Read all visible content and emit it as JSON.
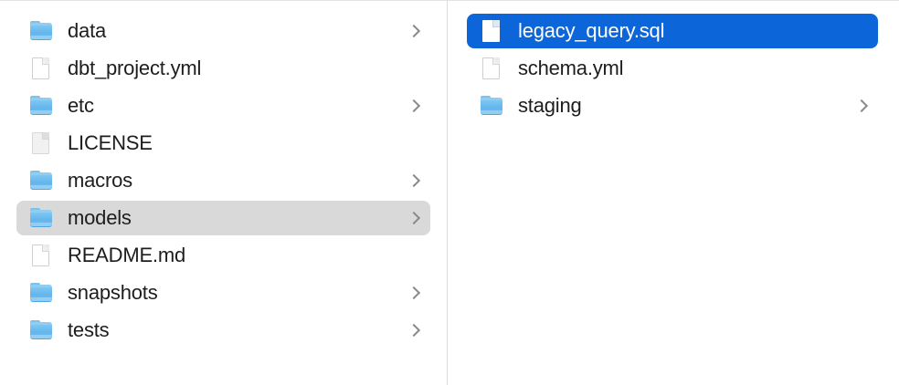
{
  "app": "finder-column-view",
  "colors": {
    "background": "#ffffff",
    "selection_active": "#0c66da",
    "selection_active_text": "#ffffff",
    "selection_inactive": "#d9d9d9",
    "text": "#1d1d1f",
    "chevron": "#8a8a8e",
    "divider": "#dcdcdc",
    "folder_blue": "#63b5ec"
  },
  "columns": [
    {
      "name": "column-models-parent",
      "items": [
        {
          "label": "data",
          "icon": "folder-icon",
          "kind": "folder",
          "has_chevron": true,
          "selected": "none"
        },
        {
          "label": "dbt_project.yml",
          "icon": "document-icon",
          "kind": "file",
          "has_chevron": false,
          "selected": "none"
        },
        {
          "label": "etc",
          "icon": "folder-icon",
          "kind": "folder",
          "has_chevron": true,
          "selected": "none"
        },
        {
          "label": "LICENSE",
          "icon": "document-plain-icon",
          "kind": "file",
          "has_chevron": false,
          "selected": "none"
        },
        {
          "label": "macros",
          "icon": "folder-icon",
          "kind": "folder",
          "has_chevron": true,
          "selected": "none"
        },
        {
          "label": "models",
          "icon": "folder-icon",
          "kind": "folder",
          "has_chevron": true,
          "selected": "inactive"
        },
        {
          "label": "README.md",
          "icon": "document-icon",
          "kind": "file",
          "has_chevron": false,
          "selected": "none"
        },
        {
          "label": "snapshots",
          "icon": "folder-icon",
          "kind": "folder",
          "has_chevron": true,
          "selected": "none"
        },
        {
          "label": "tests",
          "icon": "folder-icon",
          "kind": "folder",
          "has_chevron": true,
          "selected": "none"
        }
      ]
    },
    {
      "name": "column-models-contents",
      "items": [
        {
          "label": "legacy_query.sql",
          "icon": "document-icon",
          "kind": "file",
          "has_chevron": false,
          "selected": "active"
        },
        {
          "label": "schema.yml",
          "icon": "document-icon",
          "kind": "file",
          "has_chevron": false,
          "selected": "none"
        },
        {
          "label": "staging",
          "icon": "folder-icon",
          "kind": "folder",
          "has_chevron": true,
          "selected": "none"
        }
      ]
    }
  ]
}
